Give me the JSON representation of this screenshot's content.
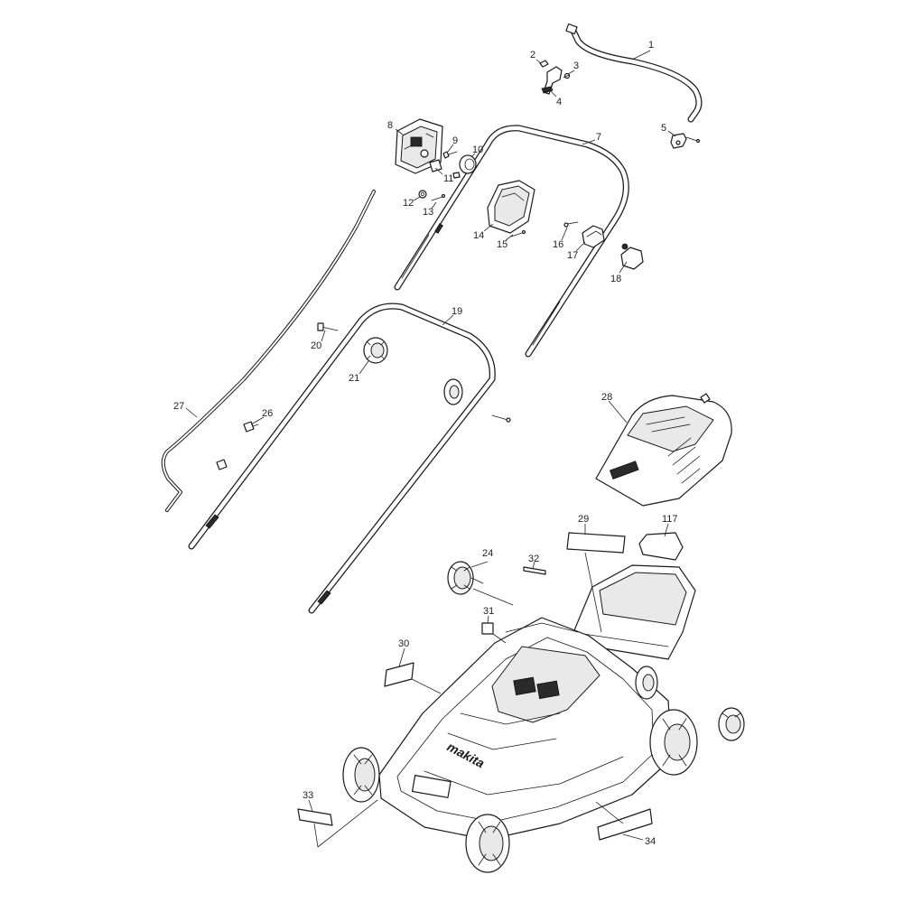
{
  "diagram": {
    "callouts": [
      {
        "id": "1",
        "label": "1"
      },
      {
        "id": "2",
        "label": "2"
      },
      {
        "id": "3",
        "label": "3"
      },
      {
        "id": "4",
        "label": "4"
      },
      {
        "id": "5",
        "label": "5"
      },
      {
        "id": "7",
        "label": "7"
      },
      {
        "id": "8",
        "label": "8"
      },
      {
        "id": "9",
        "label": "9"
      },
      {
        "id": "10",
        "label": "10"
      },
      {
        "id": "11",
        "label": "11"
      },
      {
        "id": "12",
        "label": "12"
      },
      {
        "id": "13",
        "label": "13"
      },
      {
        "id": "14",
        "label": "14"
      },
      {
        "id": "15",
        "label": "15"
      },
      {
        "id": "16",
        "label": "16"
      },
      {
        "id": "17",
        "label": "17"
      },
      {
        "id": "18",
        "label": "18"
      },
      {
        "id": "19",
        "label": "19"
      },
      {
        "id": "20",
        "label": "20"
      },
      {
        "id": "21",
        "label": "21"
      },
      {
        "id": "24",
        "label": "24"
      },
      {
        "id": "26",
        "label": "26"
      },
      {
        "id": "27",
        "label": "27"
      },
      {
        "id": "28",
        "label": "28"
      },
      {
        "id": "29",
        "label": "29"
      },
      {
        "id": "30",
        "label": "30"
      },
      {
        "id": "31",
        "label": "31"
      },
      {
        "id": "32",
        "label": "32"
      },
      {
        "id": "33",
        "label": "33"
      },
      {
        "id": "34",
        "label": "34"
      },
      {
        "id": "117",
        "label": "117"
      }
    ],
    "brand_logo": "makita",
    "icons": [
      "handle-bar",
      "switch-lever",
      "switch-box",
      "upper-handle",
      "lower-handle",
      "knob",
      "grass-catcher",
      "mower-deck",
      "wheel",
      "label-sticker",
      "control-cable"
    ]
  }
}
